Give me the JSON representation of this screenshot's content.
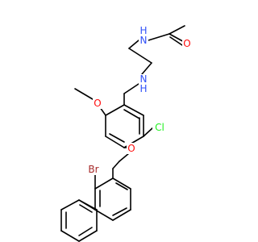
{
  "molecule": {
    "atoms": {
      "O_carbonyl": {
        "symbol": "O",
        "color": "#ff0d0d"
      },
      "N_amide": {
        "symbol": "N",
        "color": "#3050f8"
      },
      "N_amine": {
        "symbol": "N",
        "color": "#3050f8"
      },
      "H_amine": {
        "symbol": "H",
        "color": "#3050f8"
      },
      "H_amide": {
        "symbol": "H",
        "color": "#3050f8"
      },
      "O_methoxy": {
        "symbol": "O",
        "color": "#ff0d0d"
      },
      "Cl": {
        "symbol": "Cl",
        "color": "#1ff01f"
      },
      "O_ether": {
        "symbol": "O",
        "color": "#ff0d0d"
      },
      "Br": {
        "symbol": "Br",
        "color": "#a62929"
      }
    },
    "bond_color": "#000000"
  }
}
